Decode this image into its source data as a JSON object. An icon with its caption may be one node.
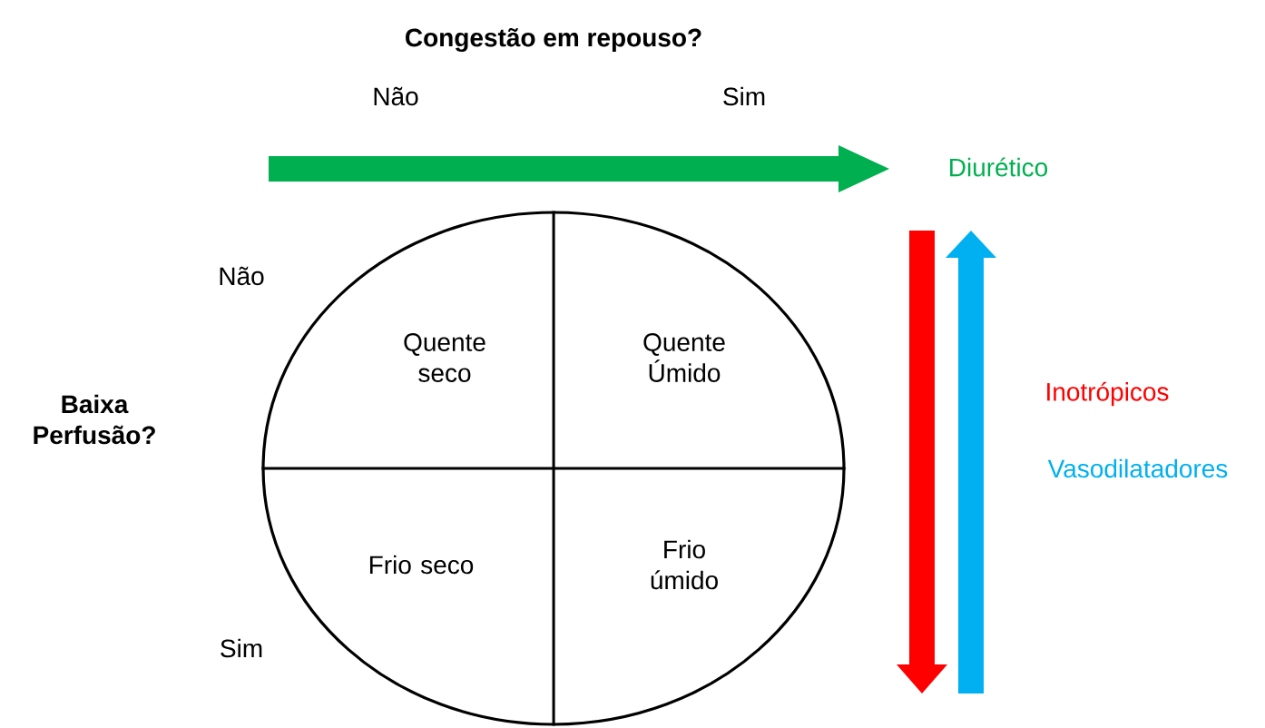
{
  "diagram": {
    "title": "Congestão em repouso?",
    "nodes": [
      {
        "text": [],
        "shape": "circle"
      },
      {
        "text": [
          "Quente seco"
        ],
        "in": 0
      },
      {
        "text": [
          "Quente Úmido"
        ],
        "in": 0
      },
      {
        "text": [
          "Frio seco"
        ],
        "in": 0
      },
      {
        "text": [
          "Frio úmido"
        ],
        "in": 0
      }
    ],
    "labels": [
      "Não",
      "Sim",
      "Diurético",
      "Não",
      "Baixa Perfusão?",
      "Inotrópicos",
      "Vasodilatadores",
      "Sim"
    ]
  }
}
